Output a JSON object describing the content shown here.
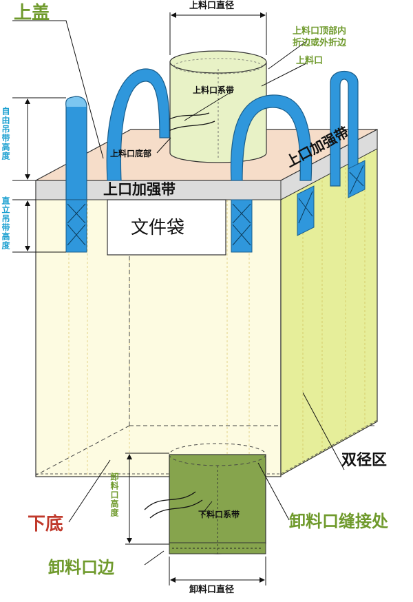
{
  "labels": {
    "top_cover": "上盖",
    "top_spout_diameter": "上料口直径",
    "top_spout_note": "上料口顶部内\n折边或外折边",
    "top_spout": "上料口",
    "top_spout_tie": "上料口系带",
    "top_spout_base": "上料口底部",
    "free_loop_height": "自由吊带高度",
    "upright_loop_height": "直立吊带高度",
    "top_band_front": "上口加强带",
    "top_band_side": "上口加强带",
    "document_pocket": "文件袋",
    "double_seam_zone": "双径区",
    "bottom_base": "下底",
    "discharge_height": "卸料口高度",
    "discharge_tie": "下料口系带",
    "discharge_seam": "卸料口缝接处",
    "discharge_edge": "卸料口边",
    "discharge_diameter": "卸料口直径"
  },
  "colors": {
    "front_panel": "#fdfbe1",
    "side_panel": "#e6ee9a",
    "top_panel": "#f6ddc9",
    "band": "#dcdcdc",
    "strap": "#2f97dc",
    "top_spout": "#e8f2c6",
    "discharge_spout": "#86a44d",
    "olive_text": "#6f9a2c",
    "blue_text": "#1a9fd0",
    "red_text": "#c0392b"
  }
}
